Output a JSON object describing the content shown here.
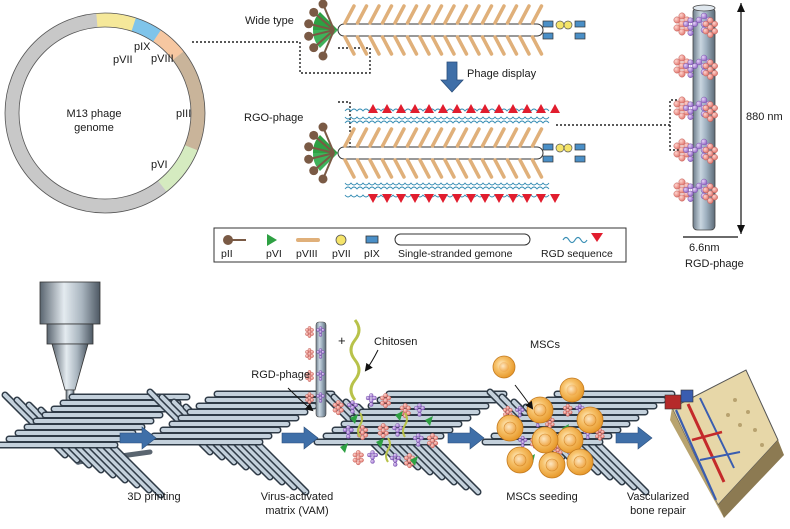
{
  "genome": {
    "title_line1": "M13 phage",
    "title_line2": "genome",
    "genes": [
      "pVII",
      "pIX",
      "pVIII",
      "pIII",
      "pVI"
    ]
  },
  "phage": {
    "wild_type_label": "Wide type",
    "rgo_label": "RGO-phage",
    "phage_display_label": "Phage display"
  },
  "legend": {
    "items": [
      "pII",
      "pVI",
      "pVIII",
      "pVII",
      "pIX",
      "Single-stranded gemone",
      "RGD sequence"
    ]
  },
  "rgd_phage": {
    "length_label": "880 nm",
    "width_label": "6.6nm",
    "caption": "RGD-phage"
  },
  "process": {
    "rgd_phage_label": "RGD-phage",
    "plus": "+",
    "chitosan_label": "Chitosen",
    "mscs_label": "MSCs",
    "steps": [
      {
        "line1": "3D printing",
        "line2": ""
      },
      {
        "line1": "Virus-activated",
        "line2": "matrix (VAM)"
      },
      {
        "line1": "MSCs seeding",
        "line2": ""
      },
      {
        "line1": "Vascularized",
        "line2": "bone repair"
      }
    ]
  },
  "colors": {
    "pVII": "#f5e89a",
    "pIX": "#7fc4ea",
    "pVIII": "#f6c7a1",
    "pIII": "#c9b49a",
    "pVI": "#d5ebc0",
    "genome_ring": "#c8c8c8",
    "protein_pVIII": "#e0b07a",
    "rgd_triangle": "#e11d2e",
    "arrow_blue": "#3f6fa8",
    "green": "#2ea043"
  }
}
